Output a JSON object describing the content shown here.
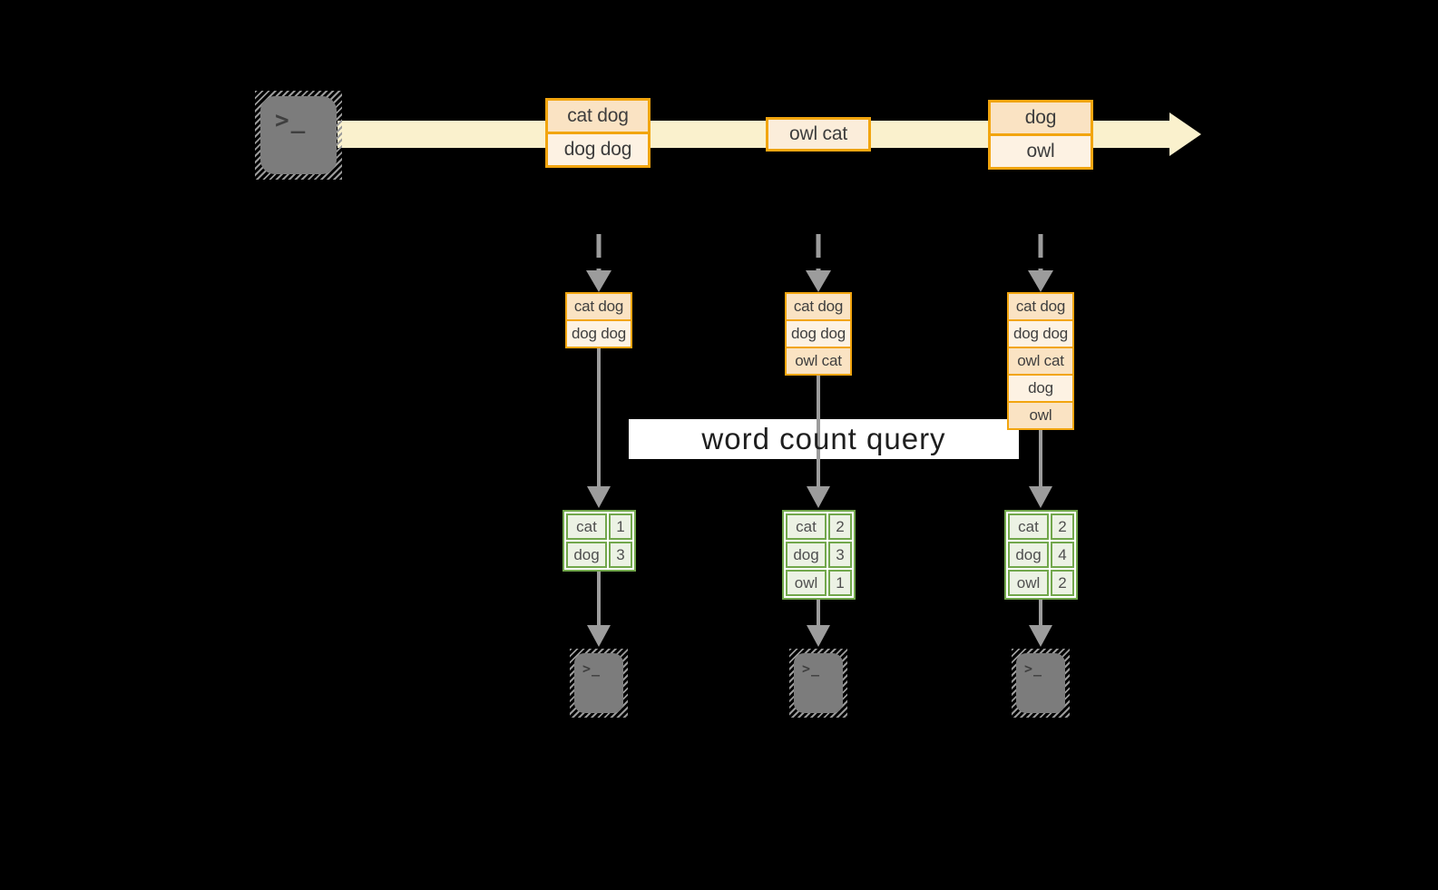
{
  "banner": {
    "label": "word count query"
  },
  "icons": {
    "terminal_glyph": ">_"
  },
  "stream": {
    "events": [
      {
        "rows": [
          "cat dog",
          "dog dog"
        ]
      },
      {
        "rows": [
          "owl cat"
        ]
      },
      {
        "rows": [
          "dog",
          "owl"
        ]
      }
    ]
  },
  "pipelines": [
    {
      "buffer": [
        "cat dog",
        "dog dog"
      ],
      "counts": [
        {
          "word": "cat",
          "count": "1"
        },
        {
          "word": "dog",
          "count": "3"
        }
      ]
    },
    {
      "buffer": [
        "cat dog",
        "dog dog",
        "owl cat"
      ],
      "counts": [
        {
          "word": "cat",
          "count": "2"
        },
        {
          "word": "dog",
          "count": "3"
        },
        {
          "word": "owl",
          "count": "1"
        }
      ]
    },
    {
      "buffer": [
        "cat dog",
        "dog dog",
        "owl cat",
        "dog",
        "owl"
      ],
      "counts": [
        {
          "word": "cat",
          "count": "2"
        },
        {
          "word": "dog",
          "count": "4"
        },
        {
          "word": "owl",
          "count": "2"
        }
      ]
    }
  ],
  "colors": {
    "accent_gold": "#F2A50F",
    "fill_peach": "#FAE3C3",
    "fill_cream": "#FDF2E3",
    "fill_mid": "#FBEDDA",
    "stream_band": "#FAF1CD",
    "accent_green": "#72A74C",
    "fill_green": "#ECF2E4",
    "arrow_gray": "#9C9C9C",
    "terminal_gray": "#7C7C7C",
    "banner_bg": "#FFFFFF"
  }
}
